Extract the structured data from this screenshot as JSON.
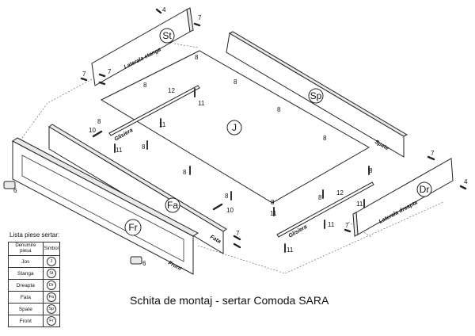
{
  "caption": "Schita de montaj - sertar Comoda SARA",
  "legend": {
    "title": "Lista piese sertar:",
    "headers": [
      "Denumire piesa",
      "Simbol"
    ],
    "rows": [
      {
        "name": "Jos",
        "symbol": "J"
      },
      {
        "name": "Stanga",
        "symbol": "St"
      },
      {
        "name": "Dreapta",
        "symbol": "Dr"
      },
      {
        "name": "Fata",
        "symbol": "Fa"
      },
      {
        "name": "Spate",
        "symbol": "Sp"
      },
      {
        "name": "Front",
        "symbol": "Fr"
      }
    ]
  },
  "parts": {
    "left": {
      "symbol": "St",
      "label": "Laterala stanga"
    },
    "back": {
      "symbol": "Sp",
      "label": "Spate"
    },
    "bottom": {
      "symbol": "J"
    },
    "front_panel": {
      "symbol": "Fa",
      "label": "Fata"
    },
    "right": {
      "symbol": "Dr",
      "label": "Laterala dreapta"
    },
    "front": {
      "symbol": "Fr",
      "label": "Front"
    }
  },
  "slide_label": "Glisiera",
  "callouts": {
    "n4": "4",
    "n6": "6",
    "n7": "7",
    "n8": "8",
    "n10": "10",
    "n11": "11",
    "n12": "12"
  }
}
